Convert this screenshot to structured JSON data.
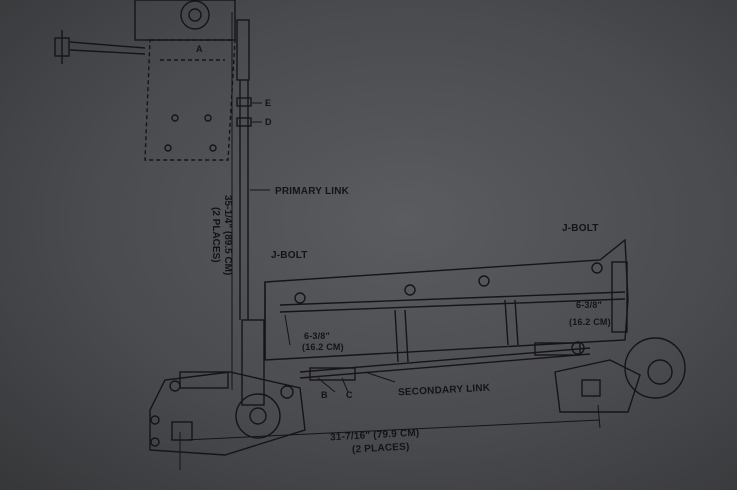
{
  "labels": {
    "primary_link": "PRIMARY LINK",
    "secondary_link": "SECONDARY LINK",
    "jbolt_left": "J-BOLT",
    "jbolt_right": "J-BOLT",
    "dim_left_a": "6-3/8\"",
    "dim_left_b": "(16.2 CM)",
    "dim_right_a": "6-3/8\"",
    "dim_right_b": "(16.2 CM)",
    "dim_vertical_a": "35-1/4\" (89.5 CM)",
    "dim_vertical_b": "(2 PLACES)",
    "dim_bottom_a": "31-7/16\" (79.9 CM)",
    "dim_bottom_b": "(2 PLACES)",
    "callout_a": "A",
    "callout_b": "B",
    "callout_c": "C",
    "callout_d": "D",
    "callout_e": "E"
  },
  "colors": {
    "ink": "#141416",
    "paper": "#55565a"
  }
}
